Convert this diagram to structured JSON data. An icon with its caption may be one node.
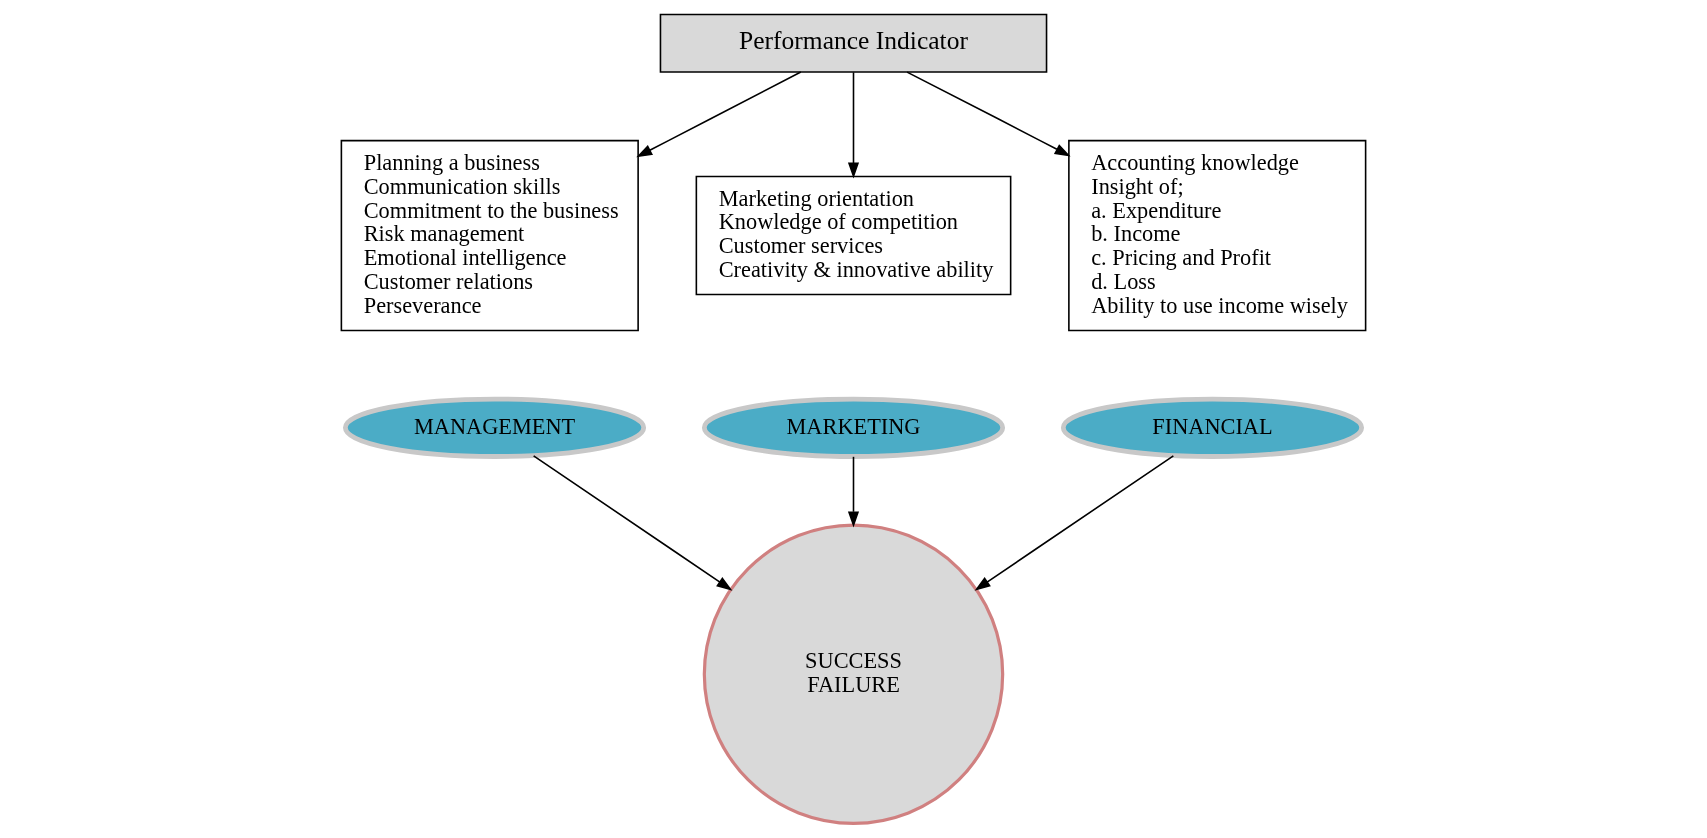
{
  "diagram": {
    "nodes": [
      {
        "text": [
          "Performance Indicator"
        ]
      },
      {
        "text": [
          "Planning a business",
          "Communication skills",
          "Commitment to the business",
          "Risk management",
          "Emotional intelligence",
          "Customer relations",
          "Perseverance"
        ]
      },
      {
        "text": [
          "Marketing orientation",
          "Knowledge of competition",
          "Customer services",
          "Creativity & innovative ability"
        ]
      },
      {
        "text": [
          "Accounting knowledge",
          "Insight of;",
          "a. Expenditure",
          "b. Income",
          "c. Pricing and Profit",
          "d. Loss",
          "Ability to use income wisely"
        ]
      },
      {
        "text": [
          "MANAGEMENT"
        ]
      },
      {
        "text": [
          "MARKETING"
        ]
      },
      {
        "text": [
          "FINANCIAL"
        ]
      },
      {
        "text": [
          "SUCCESS",
          "FAILURE"
        ]
      }
    ],
    "edges": [
      {
        "from": 0,
        "to": 1,
        "arrow": "to"
      },
      {
        "from": 0,
        "to": 2,
        "arrow": "to"
      },
      {
        "from": 0,
        "to": 3,
        "arrow": "to"
      },
      {
        "from": 5,
        "to": 7,
        "arrow": "to"
      },
      {
        "from": 4,
        "to": 7,
        "arrow": "to"
      },
      {
        "from": 6,
        "to": 7,
        "arrow": "to"
      }
    ]
  }
}
